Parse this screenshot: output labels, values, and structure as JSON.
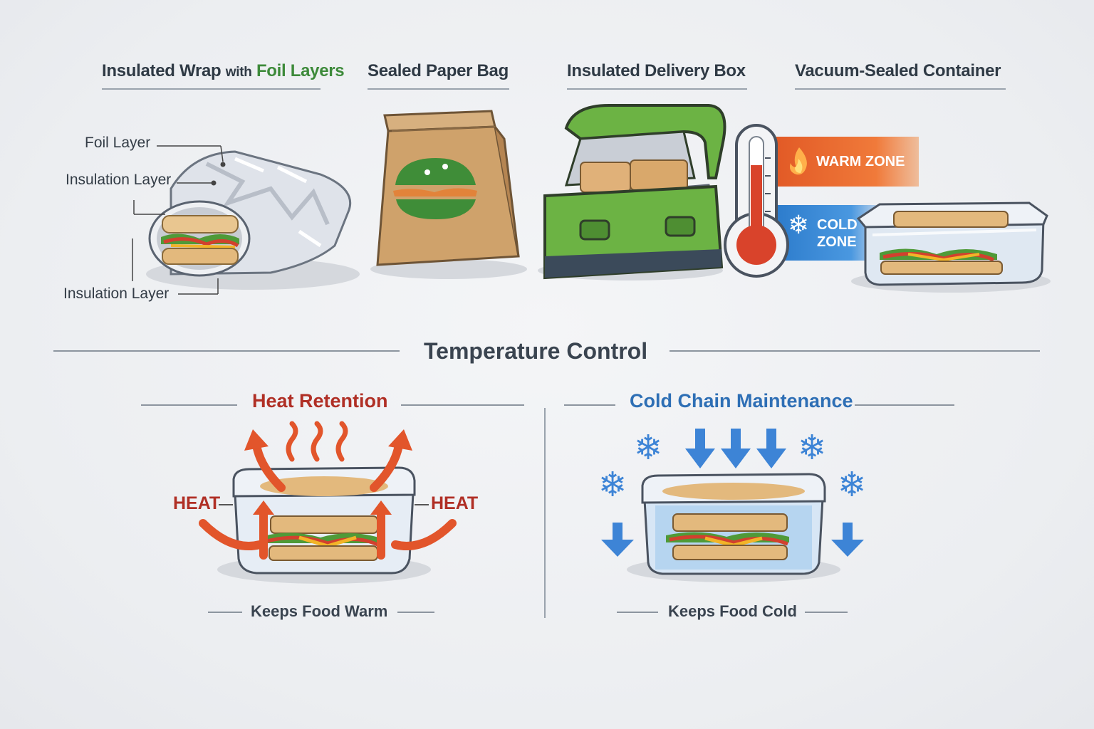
{
  "packaging": {
    "items": [
      {
        "title_main": "Insulated Wrap",
        "title_with": "with",
        "title_accent": "Foil Layers"
      },
      {
        "title": "Sealed Paper Bag"
      },
      {
        "title": "Insulated Delivery Box"
      },
      {
        "title": "Vacuum-Sealed Container"
      }
    ],
    "wrap_callouts": [
      "Foil Layer",
      "Insulation Layer",
      "Insulation Layer"
    ],
    "zones": {
      "warm": "WARM ZONE",
      "cold_line1": "COLD",
      "cold_line2": "ZONE"
    }
  },
  "temperature": {
    "title": "Temperature Control",
    "heat": {
      "title": "Heat Retention",
      "label": "HEAT",
      "caption": "Keeps Food Warm"
    },
    "cold": {
      "title": "Cold Chain Maintenance",
      "caption": "Keeps Food Cold"
    }
  },
  "icons": [
    "foil-wrap-icon",
    "paper-bag-icon",
    "burger-logo-icon",
    "delivery-box-icon",
    "thermometer-icon",
    "flame-icon",
    "snowflake-icon",
    "container-icon",
    "heat-arrow-icon",
    "cold-arrow-icon"
  ],
  "colors": {
    "heat": "#b02f25",
    "cold": "#2e6fb5",
    "box_green": "#6cb344",
    "warm_zone": "#e8612c",
    "cold_zone": "#3a87d4"
  }
}
